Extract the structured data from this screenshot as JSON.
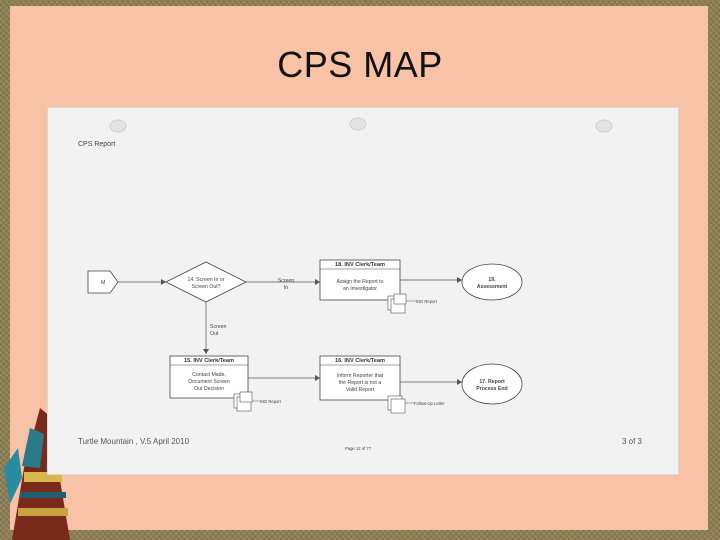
{
  "slide": {
    "title": "CPS MAP"
  },
  "document": {
    "header": "CPS Report",
    "footer_left": "Turtle Mountain , V.5  April 2010",
    "footer_center": "Page 12 of 77",
    "footer_right": "3 of 3"
  },
  "flowchart": {
    "connector": "M",
    "decision": [
      "14. Screen In or",
      "Screen Out?"
    ],
    "edge_screen_in": [
      "Screen",
      "In"
    ],
    "edge_screen_out": [
      "Screen",
      "Out"
    ],
    "box18": {
      "header": "18. INV Clerk/Team",
      "body": [
        "Assign the Report to",
        "an Investigator"
      ],
      "doc_label": "IND Report"
    },
    "end19": [
      "19.",
      "Assessment"
    ],
    "box15": {
      "header": "15. INV Clerk/Team",
      "body": [
        "Contact Made,",
        "Document Screen",
        "Out Decision"
      ],
      "doc_label": "IND Report"
    },
    "box16": {
      "header": "16. INV Clerk/Team",
      "body": [
        "Inform Reporter that",
        "the Report is not a",
        "Valid Report"
      ],
      "doc_label": "Follow-Up Letter"
    },
    "end17": [
      "17. Report",
      "Process End"
    ]
  }
}
